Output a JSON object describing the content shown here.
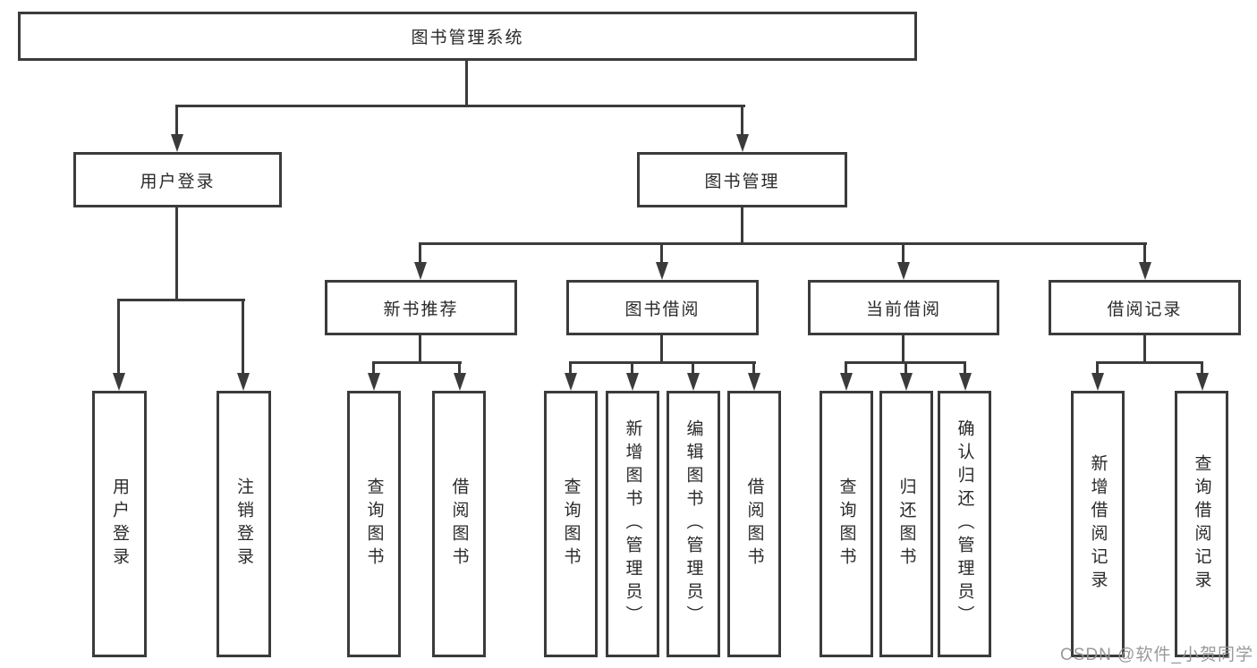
{
  "diagram": {
    "title": "图书管理系统",
    "root": {
      "label": "图书管理系统"
    },
    "level1": [
      {
        "label": "用户登录"
      },
      {
        "label": "图书管理"
      }
    ],
    "level2": [
      {
        "label": "新书推荐"
      },
      {
        "label": "图书借阅"
      },
      {
        "label": "当前借阅"
      },
      {
        "label": "借阅记录"
      }
    ],
    "leaves": [
      {
        "label": "用户登录",
        "parent": "用户登录"
      },
      {
        "label": "注销登录",
        "parent": "用户登录"
      },
      {
        "label": "查询图书",
        "parent": "新书推荐"
      },
      {
        "label": "借阅图书",
        "parent": "新书推荐"
      },
      {
        "label": "查询图书",
        "parent": "图书借阅"
      },
      {
        "label": "新增图书（管理员）",
        "parent": "图书借阅"
      },
      {
        "label": "编辑图书（管理员）",
        "parent": "图书借阅"
      },
      {
        "label": "借阅图书",
        "parent": "图书借阅"
      },
      {
        "label": "查询图书",
        "parent": "当前借阅"
      },
      {
        "label": "归还图书",
        "parent": "当前借阅"
      },
      {
        "label": "确认归还（管理员）",
        "parent": "当前借阅"
      },
      {
        "label": "新增借阅记录",
        "parent": "借阅记录"
      },
      {
        "label": "查询借阅记录",
        "parent": "借阅记录"
      }
    ]
  },
  "watermark": {
    "text": "CSDN @软件_小贺同学"
  },
  "colors": {
    "background": "#ffffff",
    "line": "#3b3b3b",
    "box_border": "#3b3b3b",
    "text": "#2a2a2a",
    "watermark": "#949494"
  }
}
